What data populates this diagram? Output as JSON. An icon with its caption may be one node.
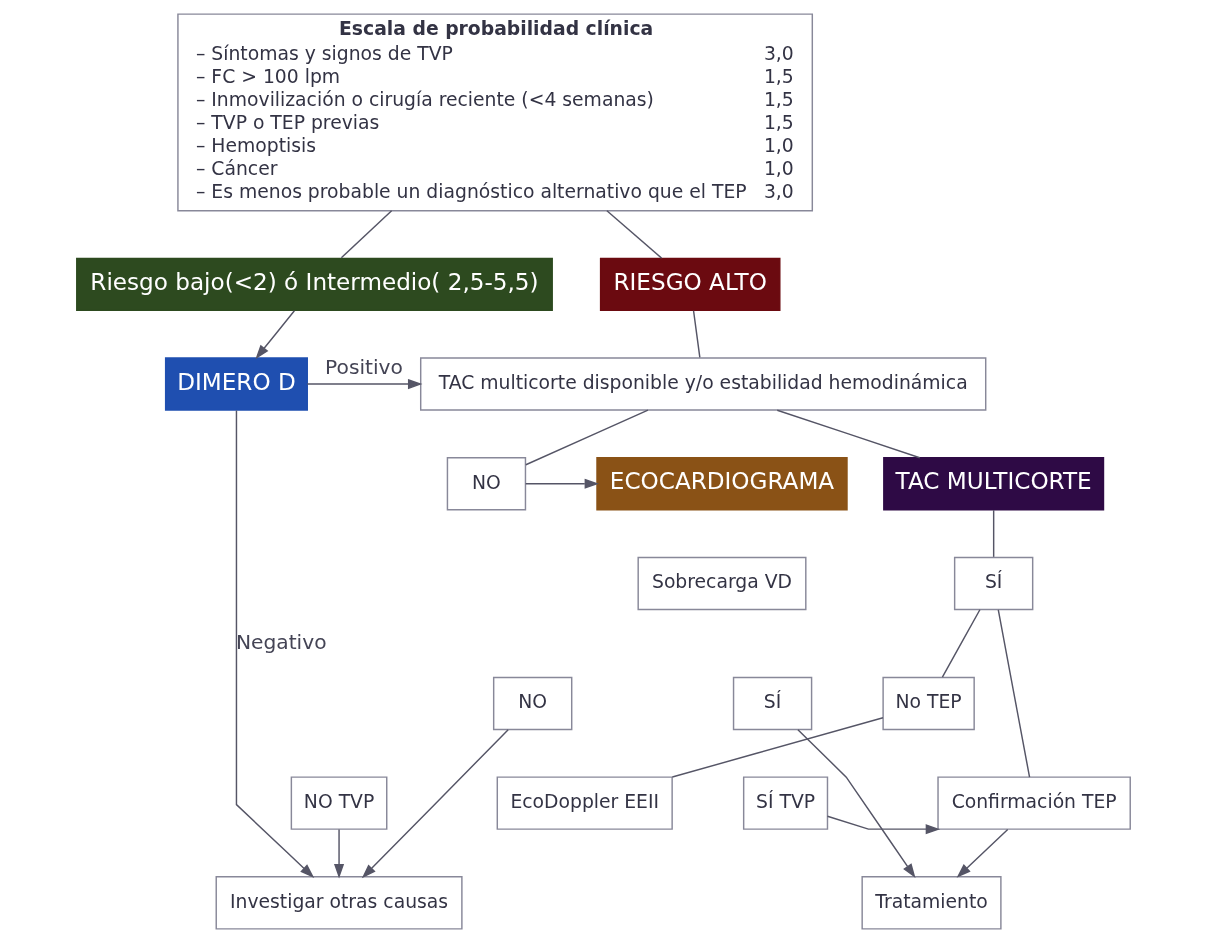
{
  "diagram": {
    "nodes": [
      {
        "text": [
          "Escala de probabilidad clínica",
          "– Síntomas y signos de TVP",
          "3,0",
          "– FC > 100 lpm",
          "1,5",
          "– Inmovilización o cirugía reciente (<4 semanas)",
          "1,5",
          "– TVP o TEP previas",
          "1,5",
          "– Hemoptisis",
          "1,0",
          "– Cáncer",
          "1,0",
          "– Es menos probable un diagnóstico alternativo que el TEP",
          "3,0"
        ]
      },
      {
        "text": [
          "Riesgo bajo(<2) ó Intermedio( 2,5-5,5)"
        ]
      },
      {
        "text": [
          "RIESGO ALTO"
        ]
      },
      {
        "text": [
          "DIMERO D"
        ]
      },
      {
        "text": [
          "TAC multicorte disponible y/o estabilidad hemodinámica"
        ]
      },
      {
        "text": [
          "ECOCARDIOGRAMA"
        ]
      },
      {
        "text": [
          "NO"
        ]
      },
      {
        "text": [
          "TAC MULTICORTE"
        ]
      },
      {
        "text": [
          "SÍ"
        ]
      },
      {
        "text": [
          "Sobrecarga VD"
        ]
      },
      {
        "text": [
          "NO"
        ]
      },
      {
        "text": [
          "SÍ"
        ]
      },
      {
        "text": [
          "No TEP"
        ]
      },
      {
        "text": [
          "Confirmación TEP"
        ]
      },
      {
        "text": [
          "NO TVP"
        ]
      },
      {
        "text": [
          "EcoDoppler EEII"
        ]
      },
      {
        "text": [
          "SÍ TVP"
        ]
      },
      {
        "text": [
          "Investigar otras causas"
        ]
      },
      {
        "text": [
          "Tratamiento"
        ]
      }
    ],
    "edges": [
      {
        "from": 0,
        "to": 1,
        "arrow": "none"
      },
      {
        "from": 0,
        "to": 2,
        "arrow": "none"
      },
      {
        "from": 1,
        "to": 3,
        "arrow": "to"
      },
      {
        "from": 3,
        "to": 4,
        "arrow": "to",
        "label": "Positivo"
      },
      {
        "from": 3,
        "to": 17,
        "arrow": "to",
        "label": "Negativo"
      },
      {
        "from": 2,
        "to": 4,
        "arrow": "none"
      },
      {
        "from": 4,
        "to": 6,
        "arrow": "none"
      },
      {
        "from": 4,
        "to": 7,
        "arrow": "none"
      },
      {
        "from": 6,
        "to": 5,
        "arrow": "to"
      },
      {
        "from": 10,
        "to": 17,
        "arrow": "to"
      },
      {
        "from": 14,
        "to": 17,
        "arrow": "to"
      },
      {
        "from": 11,
        "to": 18,
        "arrow": "to"
      },
      {
        "from": 7,
        "to": 8,
        "arrow": "none"
      },
      {
        "from": 8,
        "to": 12,
        "arrow": "none"
      },
      {
        "from": 8,
        "to": 13,
        "arrow": "none"
      },
      {
        "from": 12,
        "to": 15,
        "arrow": "none"
      },
      {
        "from": 16,
        "to": 13,
        "arrow": "to"
      },
      {
        "from": 13,
        "to": 18,
        "arrow": "to"
      }
    ]
  }
}
